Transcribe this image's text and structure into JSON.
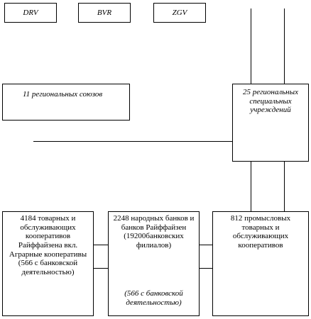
{
  "top_boxes": [
    "DRV",
    "BVR",
    "ZGV"
  ],
  "regional_unions": "11 региональных союзов",
  "special_institutions": "25 региональных специальных учреждений",
  "bottom": {
    "left": "4184 товарных и обслуживающих кооперативов Райффайзена вкл. Аграрные кооперативы (566 с банковской деятельностью)",
    "middle_main": "2248 народных банков и банков Райффайзен (19200банковских филиалов)",
    "middle_note": "(566 с банковской деятельностью)",
    "right": "812 промысловых товарных и обслуживающих кооперативов"
  }
}
